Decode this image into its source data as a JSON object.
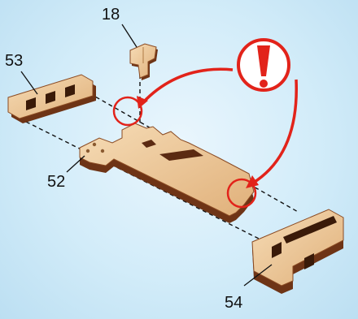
{
  "parts": [
    {
      "number": "18"
    },
    {
      "number": "53"
    },
    {
      "number": "52"
    },
    {
      "number": "54"
    }
  ],
  "warning": {
    "icon": "exclamation-icon",
    "color": "#e2231a"
  },
  "colors": {
    "wood_face": "#ecc79a",
    "wood_edge": "#7a3c1c",
    "background": "#d2ecf9"
  }
}
